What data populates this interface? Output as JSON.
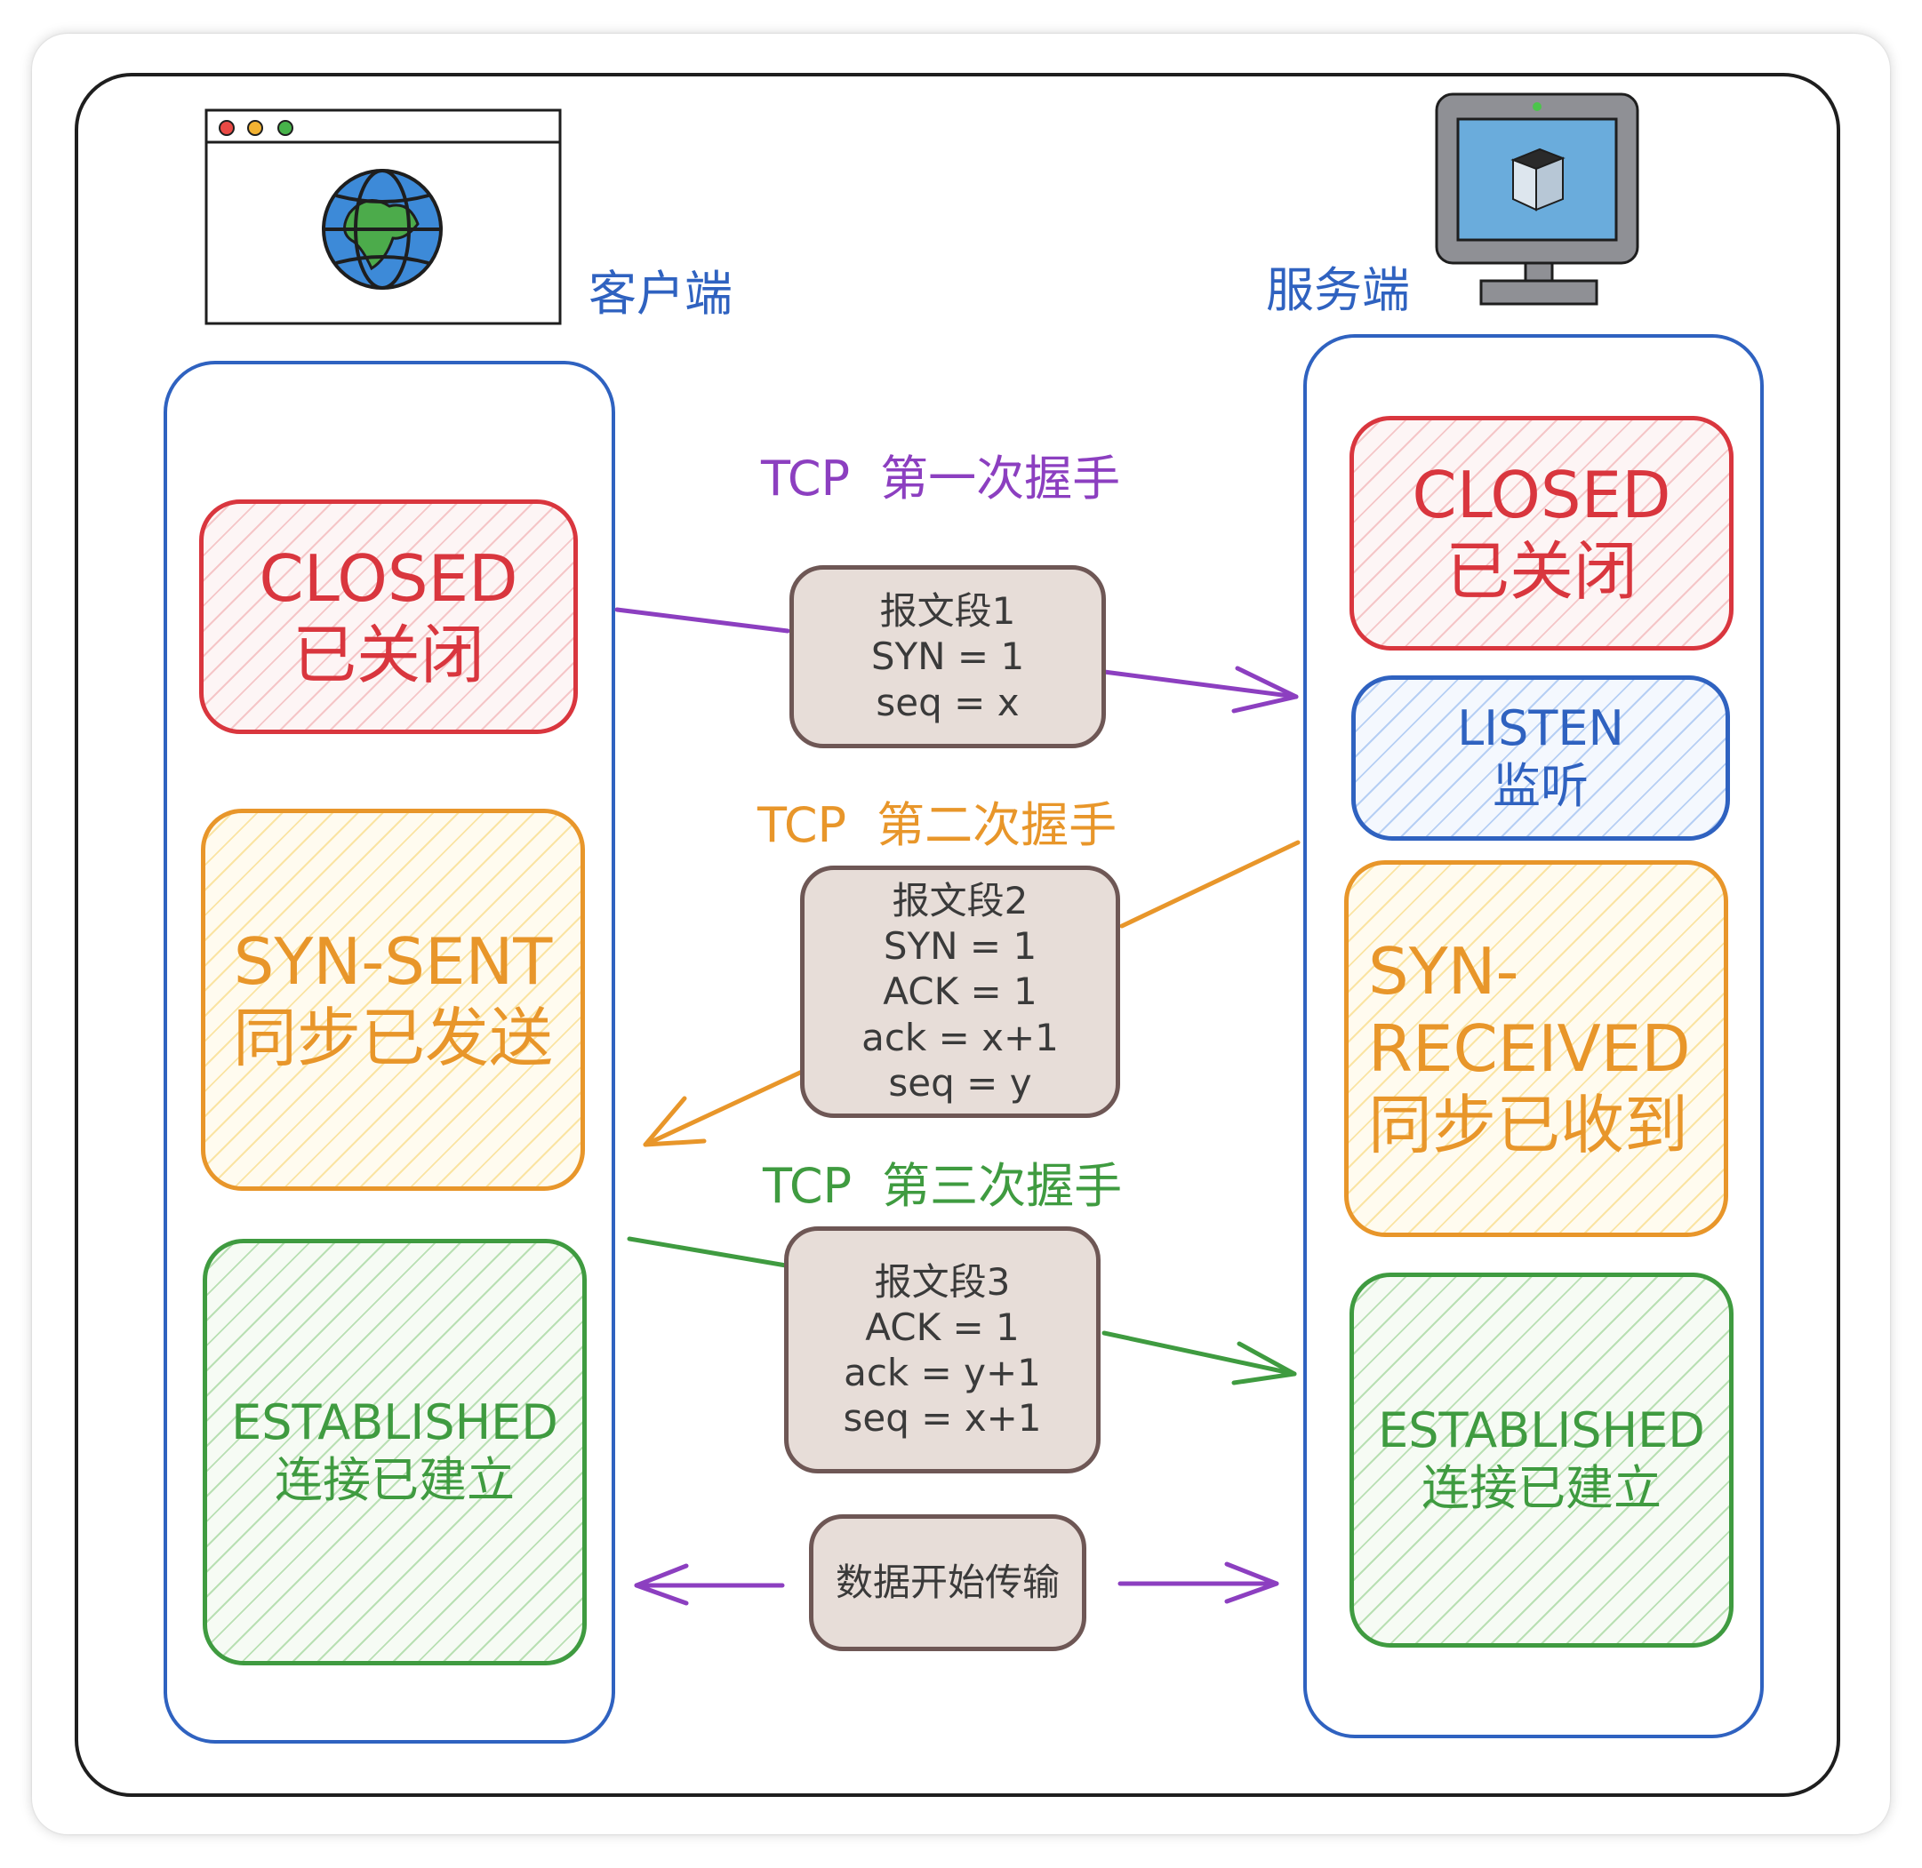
{
  "client": {
    "label": "客户端",
    "states": [
      {
        "name": "CLOSED",
        "cn": "已关闭",
        "color": "#d9363e"
      },
      {
        "name": "SYN-SENT",
        "cn": "同步已发送",
        "color": "#e8962a"
      },
      {
        "name": "ESTABLISHED",
        "cn": "连接已建立",
        "color": "#3f9b40"
      }
    ]
  },
  "server": {
    "label": "服务端",
    "states": [
      {
        "name": "CLOSED",
        "cn": "已关闭",
        "color": "#d9363e"
      },
      {
        "name": "LISTEN",
        "cn": "监听",
        "color": "#2f62c0"
      },
      {
        "name_line1": "SYN-",
        "name_line2": "RECEIVED",
        "cn": "同步已收到",
        "color": "#e8962a"
      },
      {
        "name": "ESTABLISHED",
        "cn": "连接已建立",
        "color": "#3f9b40"
      }
    ]
  },
  "handshakes": [
    {
      "tcp": "TCP",
      "label": "第一次握手",
      "color": "#8c3fc0",
      "segment": [
        "报文段1",
        "SYN = 1",
        "seq = x"
      ]
    },
    {
      "tcp": "TCP",
      "label": "第二次握手",
      "color": "#e8962a",
      "segment": [
        "报文段2",
        "SYN = 1",
        "ACK = 1",
        "ack = x+1",
        "seq = y"
      ]
    },
    {
      "tcp": "TCP",
      "label": "第三次握手",
      "color": "#3f9b40",
      "segment": [
        "报文段3",
        "ACK = 1",
        "ack = y+1",
        "seq = x+1"
      ]
    }
  ],
  "data_transfer": {
    "label": "数据开始传输",
    "color": "#8c3fc0"
  },
  "icons": {
    "client": "browser-globe-icon",
    "server": "monitor-server-icon"
  }
}
